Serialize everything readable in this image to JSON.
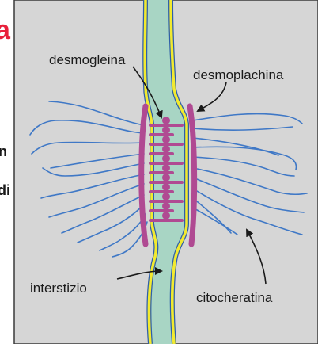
{
  "labels": {
    "desmogleina": "desmogleina",
    "desmoplachina": "desmoplachina",
    "interstizio": "interstizio",
    "citocheratina": "citocheratina"
  },
  "clipped_left_text": {
    "red_fragment": "a",
    "line_1": "n",
    "line_2": "di"
  },
  "colors": {
    "panel_background": "#d6d6d6",
    "interstitial_fill": "#a8d5c4",
    "membrane_yellow": "#f2ea2f",
    "membrane_blue": "#2f5fa8",
    "plaque_magenta": "#b04a92",
    "keratin_blue": "#3f78c6",
    "red_text": "#e8203b",
    "label_text": "#1a1a1a"
  }
}
